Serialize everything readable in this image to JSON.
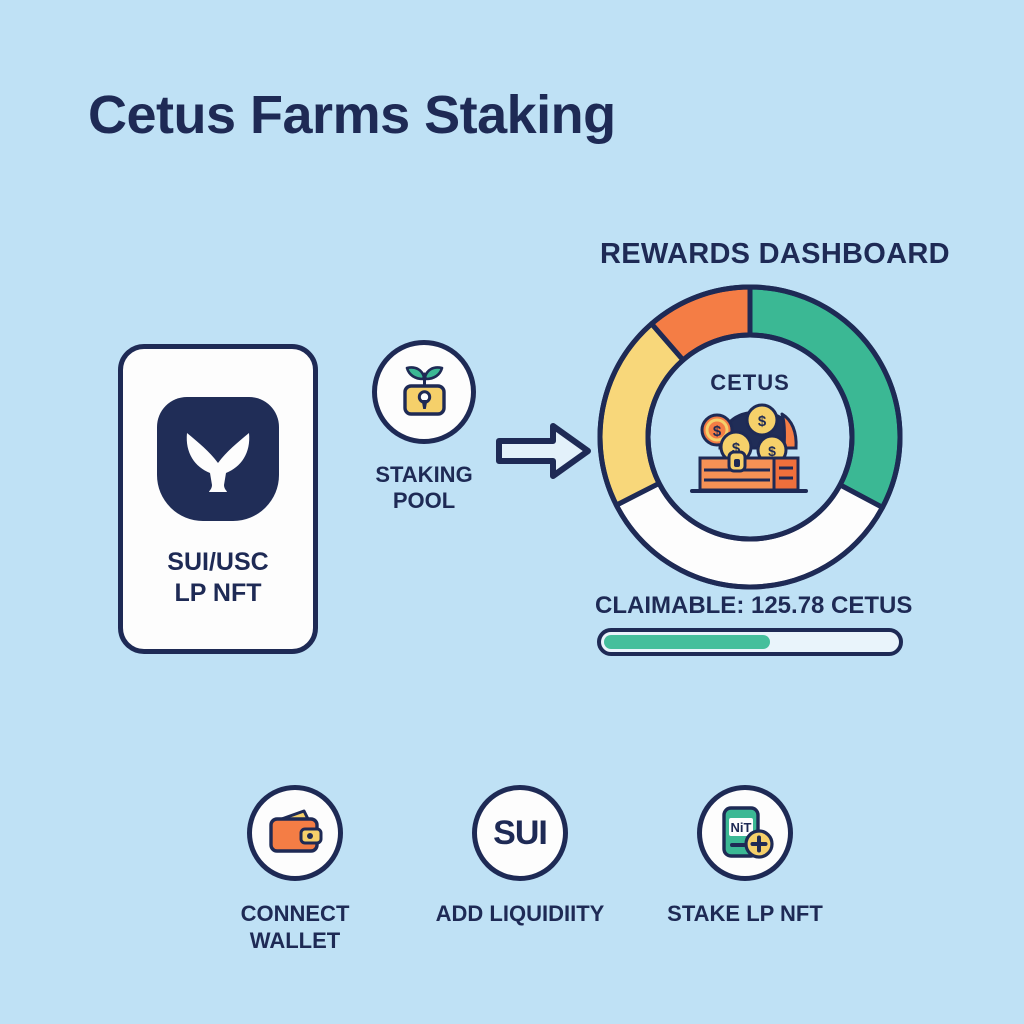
{
  "title": "Cetus Farms Staking",
  "theme": {
    "background": "#bfe1f5",
    "navy": "#1e2a55",
    "teal": "#3bb894",
    "yellow": "#f8d77a",
    "orange": "#f47d45",
    "white": "#fdfdfd"
  },
  "lp_card": {
    "icon": "whale-tail-icon",
    "line1": "SUI/USC",
    "line2": "LP NFT"
  },
  "staking_pool": {
    "icon": "padlock-sprout-icon",
    "line1": "STAKING",
    "line2": "POOL"
  },
  "arrow": {
    "icon": "arrow-right-icon"
  },
  "rewards": {
    "heading": "REWARDS DASHBOARD",
    "center_label": "CETUS",
    "center_icon": "treasure-chest-coins-icon",
    "claimable_text": "CLAIMABLE: 125.78 CETUS",
    "claimable_amount": "125.78",
    "claimable_token": "CETUS",
    "progress_percent": 57
  },
  "chart_data": {
    "type": "pie",
    "title": "REWARDS DASHBOARD",
    "center_label": "CETUS",
    "donut": true,
    "start_angle_deg": 0,
    "labels": [
      "Teal",
      "White",
      "Yellow",
      "Orange"
    ],
    "colors": [
      "#3bb894",
      "#fdfdfd",
      "#f8d77a",
      "#f47d45"
    ],
    "values": [
      33,
      35,
      21,
      11
    ],
    "sweep_degrees": [
      118,
      125,
      76,
      41
    ],
    "legend": "none",
    "grid": false
  },
  "actions": [
    {
      "label_line1": "CONNECT",
      "label_line2": "WALLET",
      "icon": "wallet-icon"
    },
    {
      "label_line1": "ADD LIQUIDIITY",
      "label_line2": "",
      "icon": "sui-token-icon",
      "icon_text": "SUI"
    },
    {
      "label_line1": "STAKE LP NFT",
      "label_line2": "",
      "icon": "nft-card-plus-icon",
      "icon_text": "NiT"
    }
  ]
}
